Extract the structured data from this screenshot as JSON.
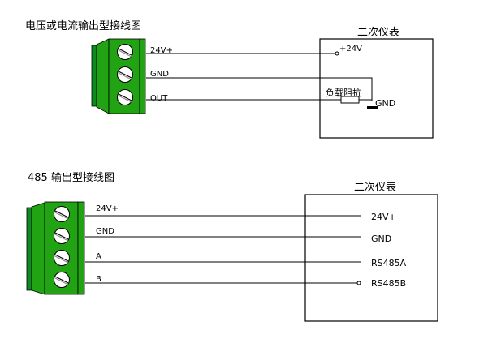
{
  "colors": {
    "connector_green": "#22A314",
    "connector_dark": "#0E7A1E",
    "outline": "#000000",
    "screw_fill": "#FFFFFF"
  },
  "diagrams": [
    {
      "title": "电压或电流输出型接线图",
      "connector_pins": [
        "24V+",
        "GND",
        "OUT"
      ],
      "instrument": {
        "title": "二次仪表",
        "terminals": {
          "power": "+24V",
          "load_label": "负载阻抗",
          "ground": "GND"
        }
      }
    },
    {
      "title": "485 输出型接线图",
      "connector_pins": [
        "24V+",
        "GND",
        "A",
        "B"
      ],
      "instrument": {
        "title": "二次仪表",
        "terminals": [
          "24V+",
          "GND",
          "RS485A",
          "RS485B"
        ]
      }
    }
  ]
}
